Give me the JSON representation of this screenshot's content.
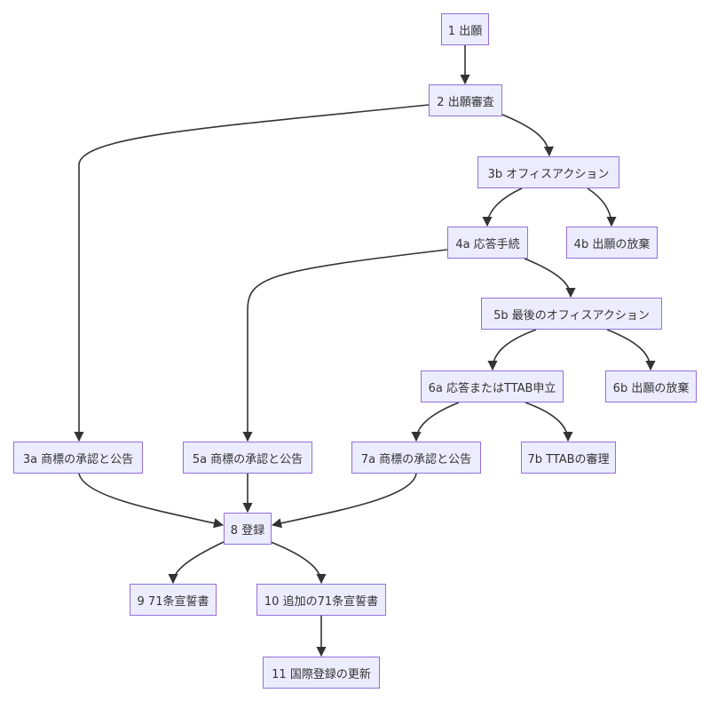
{
  "nodes": {
    "n1": {
      "label": "1 出願"
    },
    "n2": {
      "label": "2 出願審査"
    },
    "n3b": {
      "label": "3b オフィスアクション"
    },
    "n4a": {
      "label": "4a 応答手続"
    },
    "n4b": {
      "label": "4b 出願の放棄"
    },
    "n5b": {
      "label": "5b 最後のオフィスアクション"
    },
    "n6a": {
      "label": "6a 応答またはTTAB申立"
    },
    "n6b": {
      "label": "6b 出願の放棄"
    },
    "n3a": {
      "label": "3a 商標の承認と公告"
    },
    "n5a": {
      "label": "5a 商標の承認と公告"
    },
    "n7a": {
      "label": "7a 商標の承認と公告"
    },
    "n7b": {
      "label": "7b TTABの審理"
    },
    "n8": {
      "label": "8 登録"
    },
    "n9": {
      "label": "9 71条宣誓書"
    },
    "n10": {
      "label": "10 追加の71条宣誓書"
    },
    "n11": {
      "label": "11 国際登録の更新"
    }
  },
  "edges": [
    [
      "n1",
      "n2"
    ],
    [
      "n2",
      "n3a"
    ],
    [
      "n2",
      "n3b"
    ],
    [
      "n3b",
      "n4a"
    ],
    [
      "n3b",
      "n4b"
    ],
    [
      "n4a",
      "n5a"
    ],
    [
      "n4a",
      "n5b"
    ],
    [
      "n5b",
      "n6a"
    ],
    [
      "n5b",
      "n6b"
    ],
    [
      "n6a",
      "n7a"
    ],
    [
      "n6a",
      "n7b"
    ],
    [
      "n3a",
      "n8"
    ],
    [
      "n5a",
      "n8"
    ],
    [
      "n7a",
      "n8"
    ],
    [
      "n8",
      "n9"
    ],
    [
      "n8",
      "n10"
    ],
    [
      "n10",
      "n11"
    ]
  ]
}
